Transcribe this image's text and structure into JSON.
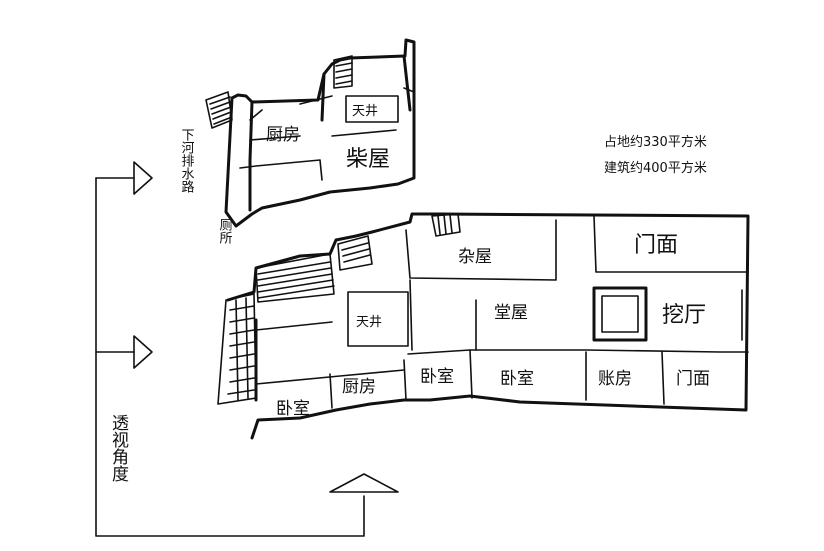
{
  "rooms": {
    "kitchen_top": "厨房",
    "courtyard_top": "天井",
    "firewood_room": "柴屋",
    "toilet": "厕所",
    "misc_room": "杂屋",
    "shopfront_top": "门面",
    "courtyard_main": "天井",
    "hall": "堂屋",
    "lobby": "挖厅",
    "bedroom_1": "卧室",
    "kitchen_2": "厨房",
    "bedroom_2": "卧室",
    "bedroom_3": "卧室",
    "account_room": "账房",
    "shopfront_bottom": "门面"
  },
  "annotations": {
    "drain": "下河排水路",
    "view_angle": "透视角度",
    "land_area": "占地约330平方米",
    "building_area": "建筑约400平方米"
  }
}
